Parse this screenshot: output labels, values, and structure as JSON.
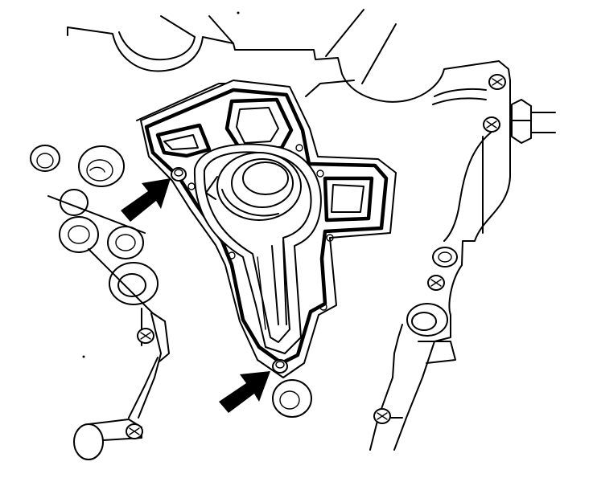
{
  "illustration": {
    "background": "#ffffff",
    "ink": "#000000",
    "callout_arrows": 2,
    "parts": [
      "engine-block-outline",
      "water-pump",
      "pump-gasket",
      "mounting-bolt",
      "idler-pulley",
      "tensioner-bracket"
    ]
  }
}
